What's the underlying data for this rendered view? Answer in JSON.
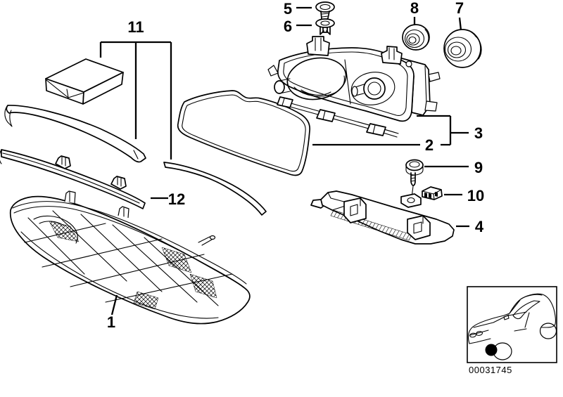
{
  "diagram": {
    "image_id": "00031745",
    "accent_color": "#000000",
    "background_color": "#ffffff",
    "parts": [
      {
        "number": "1",
        "icon": "headlight-lens-drawing"
      },
      {
        "number": "2",
        "icon": "gasket-seal-drawing"
      },
      {
        "number": "3",
        "icon": "headlight-housing-drawing"
      },
      {
        "number": "4",
        "icon": "mounting-bracket-drawing"
      },
      {
        "number": "5",
        "icon": "screw-drawing"
      },
      {
        "number": "6",
        "icon": "expanding-rivet-drawing"
      },
      {
        "number": "7",
        "icon": "large-cap-drawing"
      },
      {
        "number": "8",
        "icon": "small-cap-drawing"
      },
      {
        "number": "9",
        "icon": "self-tapping-screw-drawing"
      },
      {
        "number": "10",
        "icon": "clip-nut-drawing"
      },
      {
        "number": "11",
        "icon": "repair-kit-trim-strips-drawing"
      },
      {
        "number": "12",
        "icon": "cover-strip-with-clips-drawing"
      }
    ],
    "thumbnail": {
      "vehicle": "sedan-front-three-quarter",
      "marker": "headlight-position-dot"
    }
  }
}
